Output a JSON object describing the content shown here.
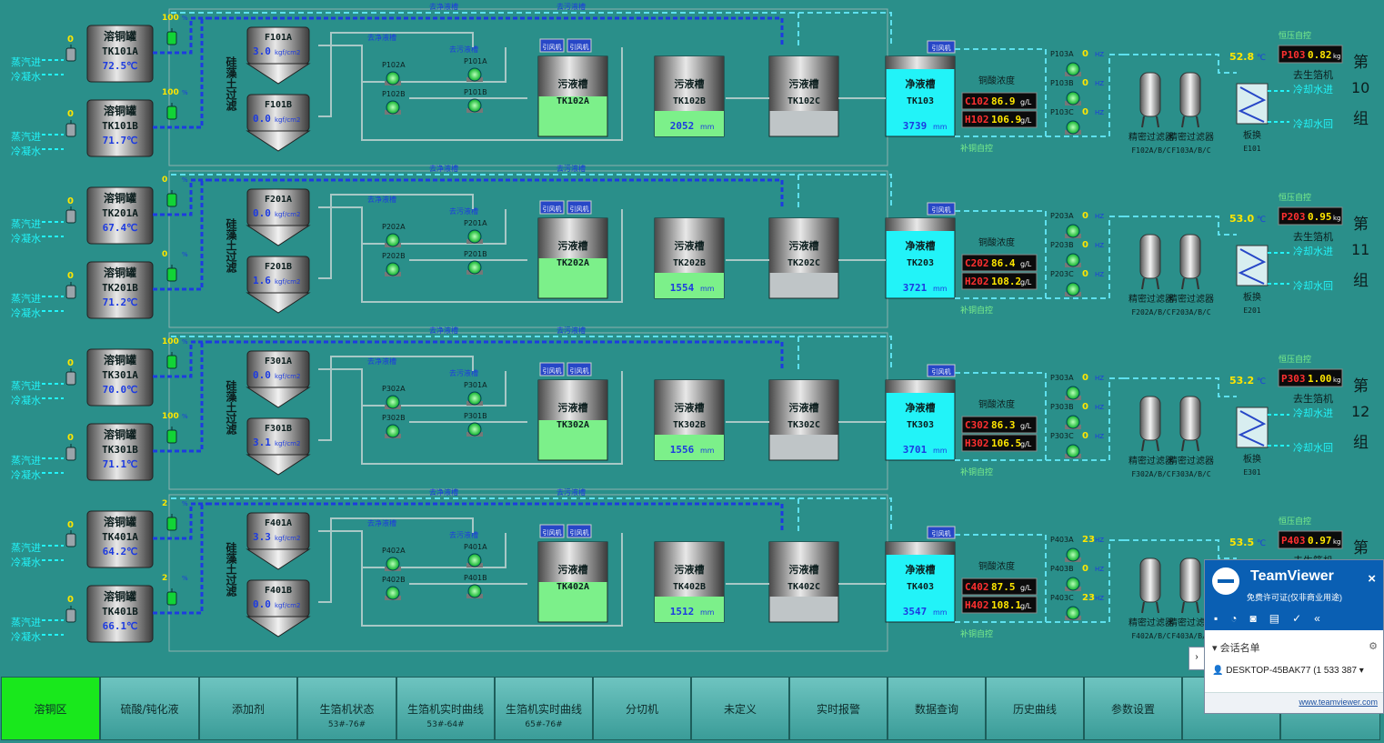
{
  "labels": {
    "dissolve_tank": "溶铜罐",
    "steam_in": "蒸汽进",
    "condensate": "冷凝水",
    "diatomite_filter": "硅藻土过滤",
    "to_clean_tank": "去净液槽",
    "to_dirty_tank": "去污液槽",
    "dirty_tank": "污液槽",
    "clean_tank": "净液槽",
    "cu_acid_conc": "铜酸浓度",
    "refill_auto": "补铜自控",
    "const_press_auto": "恒压自控",
    "to_foil_machine": "去生箔机",
    "cooling_water_in": "冷却水进",
    "cooling_water_return": "冷却水回",
    "precision_filter": "精密过滤器",
    "plate_hx": "板换",
    "kgf": "kgf/cm2",
    "pct": "%",
    "hz": "HZ",
    "mm": "mm",
    "gl": "g/L",
    "degC": "℃",
    "kg": "kg",
    "bearing": "引风机",
    "group_prefix": "第",
    "group_suffix": "组"
  },
  "groups": [
    {
      "id": "1",
      "group_no": "10",
      "tank_a": "TK101A",
      "temp_a": "72.5",
      "tank_b": "TK101B",
      "temp_b": "71.7",
      "valve_a": "0",
      "valve_b": "0",
      "pct_a": "100",
      "pct_b": "100",
      "filter_a": "F101A",
      "press_a": "3.0",
      "filter_b": "F101B",
      "press_b": "0.0",
      "pump1a": "P102A",
      "pump1b": "P102B",
      "pump2a": "P101A",
      "pump2b": "P101B",
      "dirty_a": "TK102A",
      "dirty_b": "TK102B",
      "level_b": "2052",
      "dirty_c": "TK102C",
      "clean": "TK103",
      "level_clean": "3739",
      "c_tag": "C102",
      "c_val": "86.9",
      "h_tag": "H102",
      "h_val": "106.9",
      "pa": "P103A",
      "pa_hz": "0",
      "pb": "P103B",
      "pb_hz": "0",
      "pc": "P103C",
      "pc_hz": "0",
      "temp_out": "52.8",
      "press_tag": "P103",
      "press_val": "0.82",
      "pf1": "F102A/B/C",
      "pf2": "F103A/B/C",
      "hx": "E101"
    },
    {
      "id": "2",
      "group_no": "11",
      "tank_a": "TK201A",
      "temp_a": "67.4",
      "tank_b": "TK201B",
      "temp_b": "71.2",
      "valve_a": "0",
      "valve_b": "0",
      "pct_a": "0",
      "pct_b": "0",
      "filter_a": "F201A",
      "press_a": "0.0",
      "filter_b": "F201B",
      "press_b": "1.6",
      "pump1a": "P202A",
      "pump1b": "P202B",
      "pump2a": "P201A",
      "pump2b": "P201B",
      "dirty_a": "TK202A",
      "dirty_b": "TK202B",
      "level_b": "1554",
      "dirty_c": "TK202C",
      "clean": "TK203",
      "level_clean": "3721",
      "c_tag": "C202",
      "c_val": "86.4",
      "h_tag": "H202",
      "h_val": "108.2",
      "pa": "P203A",
      "pa_hz": "0",
      "pb": "P203B",
      "pb_hz": "0",
      "pc": "P203C",
      "pc_hz": "0",
      "temp_out": "53.0",
      "press_tag": "P203",
      "press_val": "0.95",
      "pf1": "F202A/B/C",
      "pf2": "F203A/B/C",
      "hx": "E201"
    },
    {
      "id": "3",
      "group_no": "12",
      "tank_a": "TK301A",
      "temp_a": "70.0",
      "tank_b": "TK301B",
      "temp_b": "71.1",
      "valve_a": "0",
      "valve_b": "0",
      "pct_a": "100",
      "pct_b": "100",
      "filter_a": "F301A",
      "press_a": "0.0",
      "filter_b": "F301B",
      "press_b": "3.1",
      "pump1a": "P302A",
      "pump1b": "P302B",
      "pump2a": "P301A",
      "pump2b": "P301B",
      "dirty_a": "TK302A",
      "dirty_b": "TK302B",
      "level_b": "1556",
      "dirty_c": "TK302C",
      "clean": "TK303",
      "level_clean": "3701",
      "c_tag": "C302",
      "c_val": "86.3",
      "h_tag": "H302",
      "h_val": "106.5",
      "pa": "P303A",
      "pa_hz": "0",
      "pb": "P303B",
      "pb_hz": "0",
      "pc": "P303C",
      "pc_hz": "0",
      "temp_out": "53.2",
      "press_tag": "P303",
      "press_val": "1.00",
      "pf1": "F302A/B/C",
      "pf2": "F303A/B/C",
      "hx": "E301"
    },
    {
      "id": "4",
      "group_no": "",
      "tank_a": "TK401A",
      "temp_a": "64.2",
      "tank_b": "TK401B",
      "temp_b": "66.1",
      "valve_a": "0",
      "valve_b": "0",
      "pct_a": "2",
      "pct_b": "2",
      "filter_a": "F401A",
      "press_a": "3.3",
      "filter_b": "F401B",
      "press_b": "0.0",
      "pump1a": "P402A",
      "pump1b": "P402B",
      "pump2a": "P401A",
      "pump2b": "P401B",
      "dirty_a": "TK402A",
      "dirty_b": "TK402B",
      "level_b": "1512",
      "dirty_c": "TK402C",
      "clean": "TK403",
      "level_clean": "3547",
      "c_tag": "C402",
      "c_val": "87.5",
      "h_tag": "H402",
      "h_val": "108.1",
      "pa": "P403A",
      "pa_hz": "23",
      "pb": "P403B",
      "pb_hz": "0",
      "pc": "P403C",
      "pc_hz": "23",
      "temp_out": "53.5",
      "press_tag": "P403",
      "press_val": "0.97",
      "pf1": "F402A/B/C",
      "pf2": "F403A/B/C",
      "hx": ""
    }
  ],
  "nav": [
    {
      "label": "溶铜区",
      "sub": "",
      "active": true
    },
    {
      "label": "硫酸/钝化液",
      "sub": ""
    },
    {
      "label": "添加剂",
      "sub": ""
    },
    {
      "label": "生箔机状态",
      "sub": "53#-76#"
    },
    {
      "label": "生箔机实时曲线",
      "sub": "53#-64#"
    },
    {
      "label": "生箔机实时曲线",
      "sub": "65#-76#"
    },
    {
      "label": "分切机",
      "sub": ""
    },
    {
      "label": "未定义",
      "sub": ""
    },
    {
      "label": "实时报警",
      "sub": ""
    },
    {
      "label": "数据查询",
      "sub": ""
    },
    {
      "label": "历史曲线",
      "sub": ""
    },
    {
      "label": "参数设置",
      "sub": ""
    },
    {
      "label": "",
      "sub": ""
    },
    {
      "label": "",
      "sub": ""
    }
  ],
  "teamviewer": {
    "name": "TeamViewer",
    "license": "免费许可证(仅非商业用途)",
    "session": "会话名单",
    "device": "DESKTOP-45BAK77 (1 533 387",
    "url": "www.teamviewer.com",
    "close": "×"
  },
  "colors": {
    "bg": "#2a8f8a",
    "green": "#7cf08a",
    "cyan": "#22f3f8",
    "blue": "#1d3be0",
    "lightblue": "#5ee0ee",
    "displayBg": "#0b0b0b",
    "displayVal": "#ffe600",
    "tagRed": "#ff3030",
    "active": "#19e81c"
  }
}
